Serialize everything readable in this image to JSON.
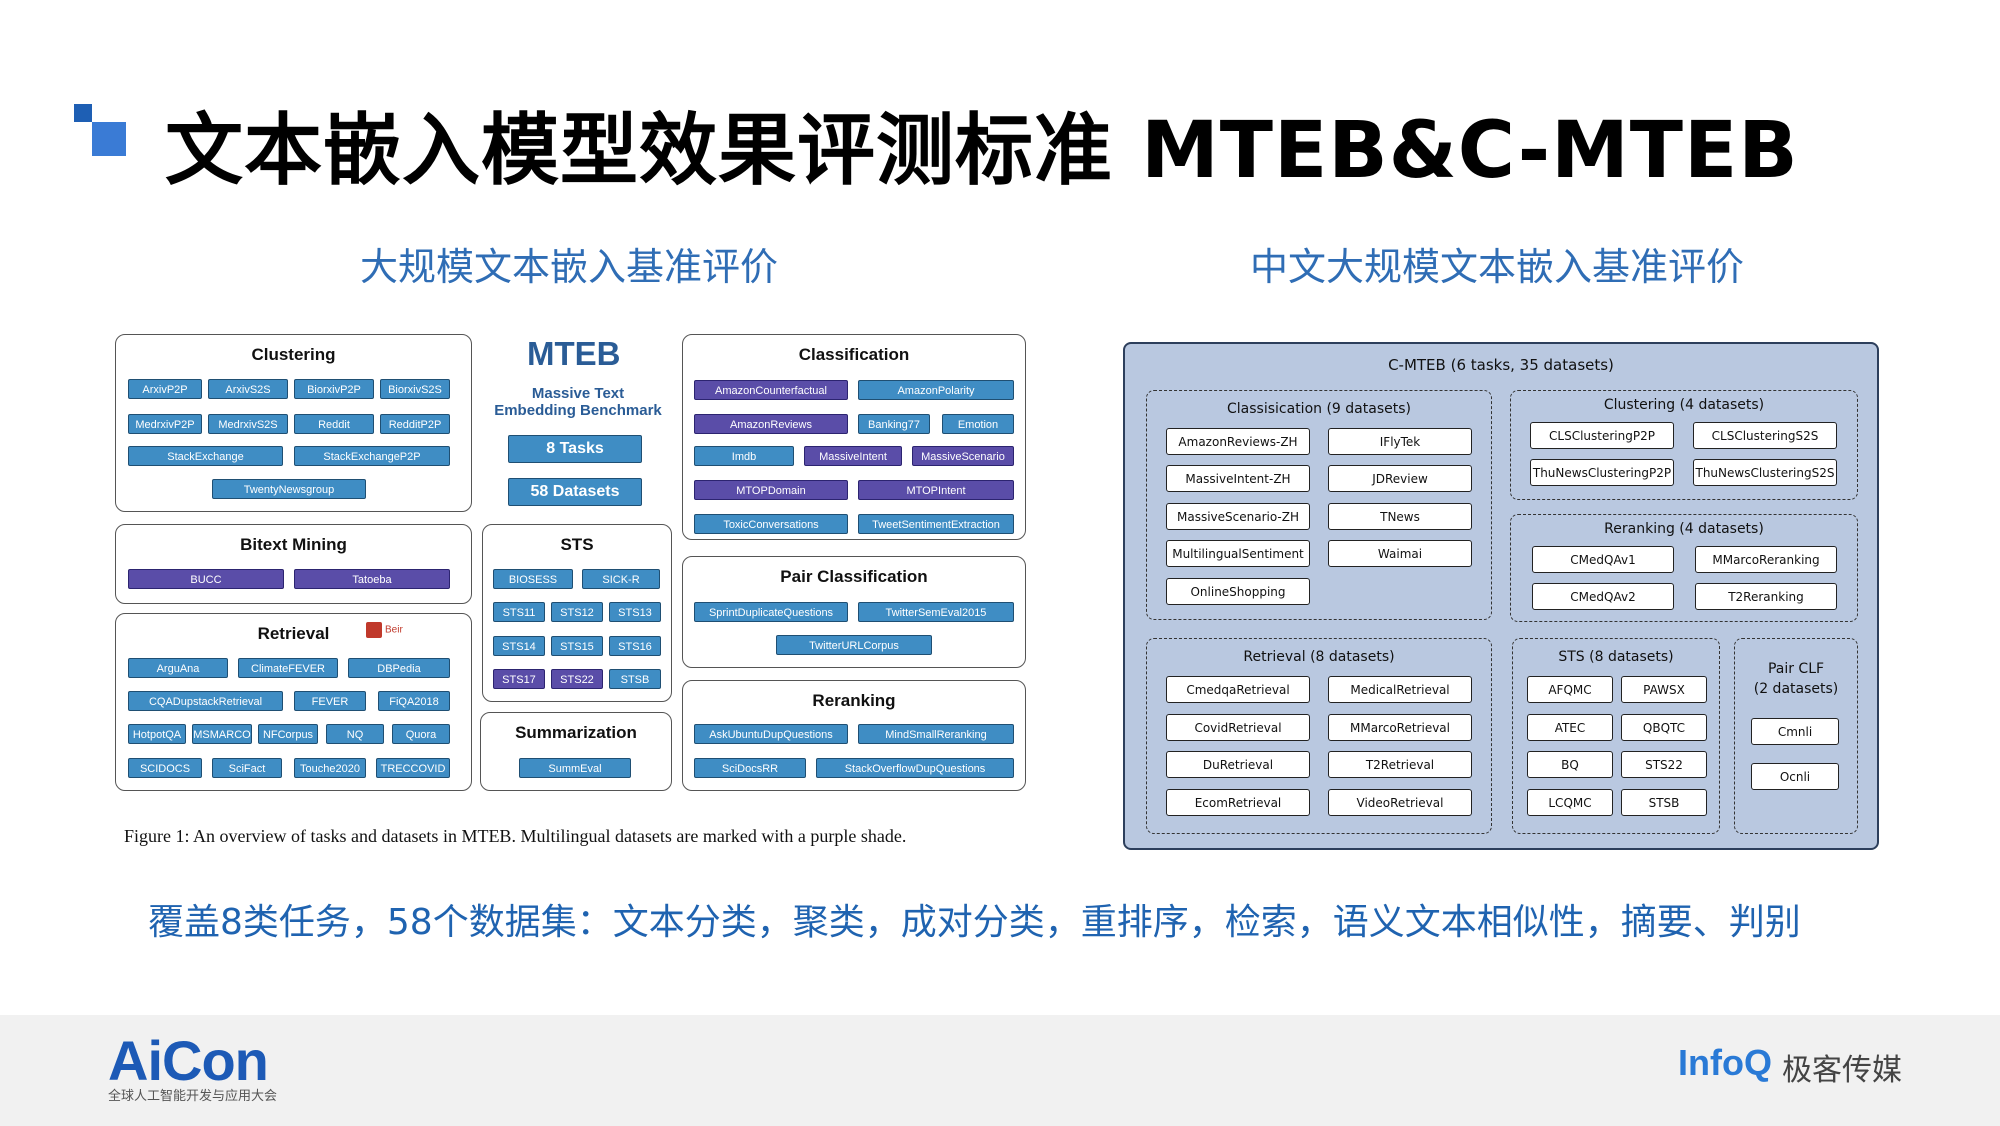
{
  "header": {
    "title": "文本嵌入模型效果评测标准 MTEB&C-MTEB"
  },
  "subtitles": {
    "left": "大规模文本嵌入基准评价",
    "right": "中文大规模文本嵌入基准评价"
  },
  "mteb": {
    "logo": "MTEB",
    "full_name_line1": "Massive Text",
    "full_name_line2": "Embedding Benchmark",
    "tasks_badge": "8 Tasks",
    "datasets_badge": "58 Datasets",
    "beir_label": "Beir",
    "caption": "Figure 1: An overview of tasks and datasets in MTEB. Multilingual datasets are marked with a purple shade.",
    "clustering": {
      "title": "Clustering",
      "items": [
        "ArxivP2P",
        "ArxivS2S",
        "BiorxivP2P",
        "BiorxivS2S",
        "MedrxivP2P",
        "MedrxivS2S",
        "Reddit",
        "RedditP2P",
        "StackExchange",
        "StackExchangeP2P",
        "TwentyNewsgroup"
      ]
    },
    "bitext": {
      "title": "Bitext Mining",
      "items": [
        "BUCC",
        "Tatoeba"
      ]
    },
    "retrieval": {
      "title": "Retrieval",
      "items": [
        "ArguAna",
        "ClimateFEVER",
        "DBPedia",
        "CQADupstackRetrieval",
        "FEVER",
        "FiQA2018",
        "HotpotQA",
        "MSMARCO",
        "NFCorpus",
        "NQ",
        "Quora",
        "SCIDOCS",
        "SciFact",
        "Touche2020",
        "TRECCOVID"
      ]
    },
    "sts": {
      "title": "STS",
      "items": [
        "BIOSESS",
        "SICK-R",
        "STS11",
        "STS12",
        "STS13",
        "STS14",
        "STS15",
        "STS16",
        "STS17",
        "STS22",
        "STSB"
      ]
    },
    "summarization": {
      "title": "Summarization",
      "items": [
        "SummEval"
      ]
    },
    "classification": {
      "title": "Classification",
      "items": [
        "AmazonCounterfactual",
        "AmazonPolarity",
        "AmazonReviews",
        "Banking77",
        "Emotion",
        "Imdb",
        "MassiveIntent",
        "MassiveScenario",
        "MTOPDomain",
        "MTOPIntent",
        "ToxicConversations",
        "TweetSentimentExtraction"
      ]
    },
    "pair_classification": {
      "title": "Pair Classification",
      "items": [
        "SprintDuplicateQuestions",
        "TwitterSemEval2015",
        "TwitterURLCorpus"
      ]
    },
    "reranking": {
      "title": "Reranking",
      "items": [
        "AskUbuntuDupQuestions",
        "MindSmallReranking",
        "SciDocsRR",
        "StackOverflowDupQuestions"
      ]
    }
  },
  "cmteb": {
    "title": "C-MTEB (6 tasks, 35 datasets)",
    "classification": {
      "title": "Classisication (9 datasets)",
      "items": [
        "AmazonReviews-ZH",
        "IFlyTek",
        "MassiveIntent-ZH",
        "JDReview",
        "MassiveScenario-ZH",
        "TNews",
        "MultilingualSentiment",
        "Waimai",
        "OnlineShopping"
      ]
    },
    "clustering": {
      "title": "Clustering (4 datasets)",
      "items": [
        "CLSClusteringP2P",
        "CLSClusteringS2S",
        "ThuNewsClusteringP2P",
        "ThuNewsClusteringS2S"
      ]
    },
    "reranking": {
      "title": "Reranking (4 datasets)",
      "items": [
        "CMedQAv1",
        "MMarcoReranking",
        "CMedQAv2",
        "T2Reranking"
      ]
    },
    "retrieval": {
      "title": "Retrieval (8 datasets)",
      "items": [
        "CmedqaRetrieval",
        "MedicalRetrieval",
        "CovidRetrieval",
        "MMarcoRetrieval",
        "DuRetrieval",
        "T2Retrieval",
        "EcomRetrieval",
        "VideoRetrieval"
      ]
    },
    "sts": {
      "title": "STS (8 datasets)",
      "items": [
        "AFQMC",
        "PAWSX",
        "ATEC",
        "QBQTC",
        "BQ",
        "STS22",
        "LCQMC",
        "STSB"
      ]
    },
    "pair_clf": {
      "title_line1": "Pair CLF",
      "title_line2": "(2 datasets)",
      "items": [
        "Cmnli",
        "Ocnli"
      ]
    }
  },
  "summary": "覆盖8类任务，58个数据集：文本分类，聚类，成对分类，重排序，检索，语义文本相似性，摘要、判别",
  "footer": {
    "aicon_logo": "AiCon",
    "aicon_sub": "全球人工智能开发与应用大会",
    "infoq_logo": "InfoQ",
    "brand_cn": "极客传媒"
  },
  "colors": {
    "title_mark": "#1e5fb4",
    "subtitle": "#2f6db5",
    "dataset_blue": "#3f8dc4",
    "dataset_multilingual": "#5a4da8",
    "cmteb_bg": "#b9c8e0"
  }
}
